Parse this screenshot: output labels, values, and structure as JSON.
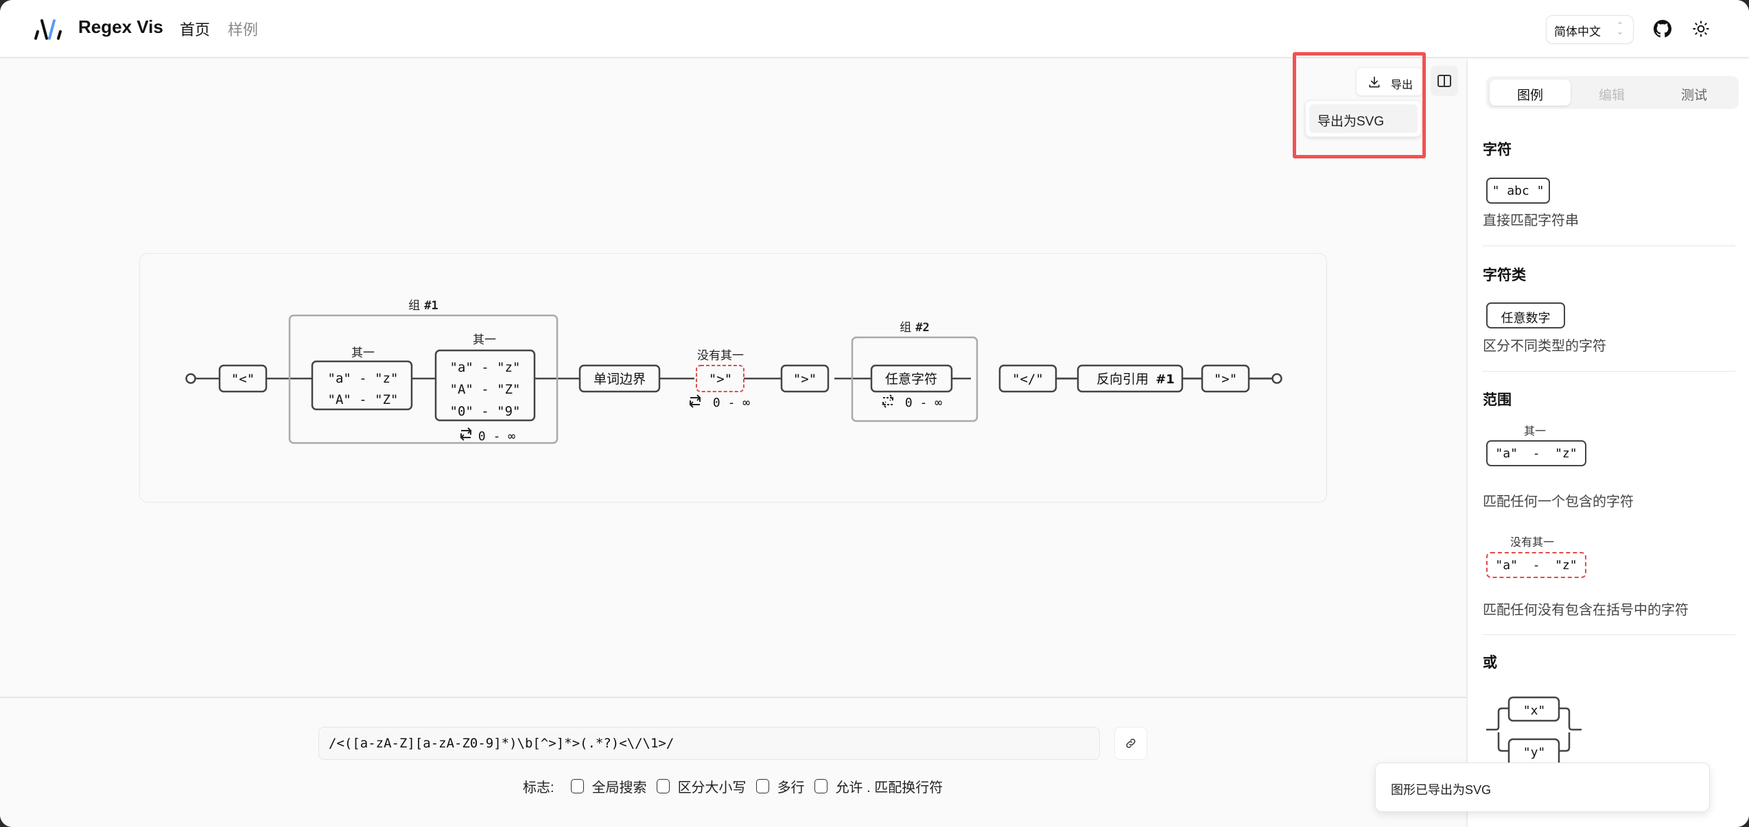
{
  "app": {
    "brand": "Regex Vis",
    "nav": [
      {
        "label": "首页",
        "active": true
      },
      {
        "label": "样例",
        "active": false
      }
    ],
    "language": "简体中文",
    "icons": {
      "logo": "regex-vis-logo",
      "github": "github-icon",
      "theme": "sun-icon"
    }
  },
  "toolbar": {
    "export_label": "导出",
    "export_menu": [
      "导出为SVG"
    ],
    "split_view_icon": "split-view-icon"
  },
  "diagram": {
    "start": "start-node",
    "nodes": [
      {
        "type": "char",
        "text": "\"<\""
      },
      {
        "type": "group",
        "label": "组 #1",
        "children": [
          {
            "type": "set",
            "caption": "其一",
            "ranges": [
              [
                "\"a\"",
                "\"z\""
              ],
              [
                "\"A\"",
                "\"Z\""
              ]
            ]
          },
          {
            "type": "set",
            "caption": "其一",
            "ranges": [
              [
                "\"a\"",
                "\"z\""
              ],
              [
                "\"A\"",
                "\"Z\""
              ],
              [
                "\"0\"",
                "\"9\""
              ]
            ],
            "quantifier": "0 - ∞"
          }
        ]
      },
      {
        "type": "boundary",
        "text": "单词边界"
      },
      {
        "type": "negset",
        "caption": "没有其一",
        "text": "\">\"",
        "quantifier": "0 - ∞"
      },
      {
        "type": "char",
        "text": "\">\""
      },
      {
        "type": "group",
        "label": "组 #2",
        "children": [
          {
            "type": "any",
            "text": "任意字符",
            "quantifier": "0 - ∞",
            "lazy": true
          }
        ]
      },
      {
        "type": "char",
        "text": "\"</\""
      },
      {
        "type": "backref",
        "text": "反向引用",
        "ref": "#1"
      },
      {
        "type": "char",
        "text": "\">\""
      }
    ],
    "end": "end-node",
    "range_sep": "-",
    "group1_label": "组",
    "group1_num": "#1",
    "group2_label": "组",
    "group2_num": "#2"
  },
  "regex": {
    "value": "/<([a-zA-Z][a-zA-Z0-9]*)\\b[^>]*>(.*?)<\\/\\1>/",
    "flags_label": "标志:",
    "flags": [
      {
        "label": "全局搜索",
        "checked": false
      },
      {
        "label": "区分大小写",
        "checked": false
      },
      {
        "label": "多行",
        "checked": false
      },
      {
        "label": "允许 . 匹配换行符",
        "checked": false
      }
    ],
    "copy_link_icon": "link-icon"
  },
  "sidebar": {
    "tabs": [
      {
        "label": "图例",
        "active": true
      },
      {
        "label": "编辑",
        "active": false,
        "disabled": true
      },
      {
        "label": "测试",
        "active": false
      }
    ],
    "sections": [
      {
        "title": "字符",
        "example": "\" abc \"",
        "desc": "直接匹配字符串"
      },
      {
        "title": "字符类",
        "example": "任意数字",
        "desc": "区分不同类型的字符"
      },
      {
        "title": "范围",
        "example_caption": "其一",
        "example": "\"a\"  -  \"z\"",
        "desc": "匹配任何一个包含的字符",
        "neg_caption": "没有其一",
        "neg_example": "\"a\"  -  \"z\"",
        "neg_desc": "匹配任何没有包含在括号中的字符"
      },
      {
        "title": "或",
        "branches": [
          "\"x\"",
          "\"y\""
        ]
      }
    ]
  },
  "toast": {
    "message": "图形已导出为SVG"
  },
  "colors": {
    "accent": "#5b9bf5",
    "negative": "#e34a4a",
    "highlight": "#f05252",
    "node_border": "#444444",
    "group_border": "#a9a9ae"
  }
}
